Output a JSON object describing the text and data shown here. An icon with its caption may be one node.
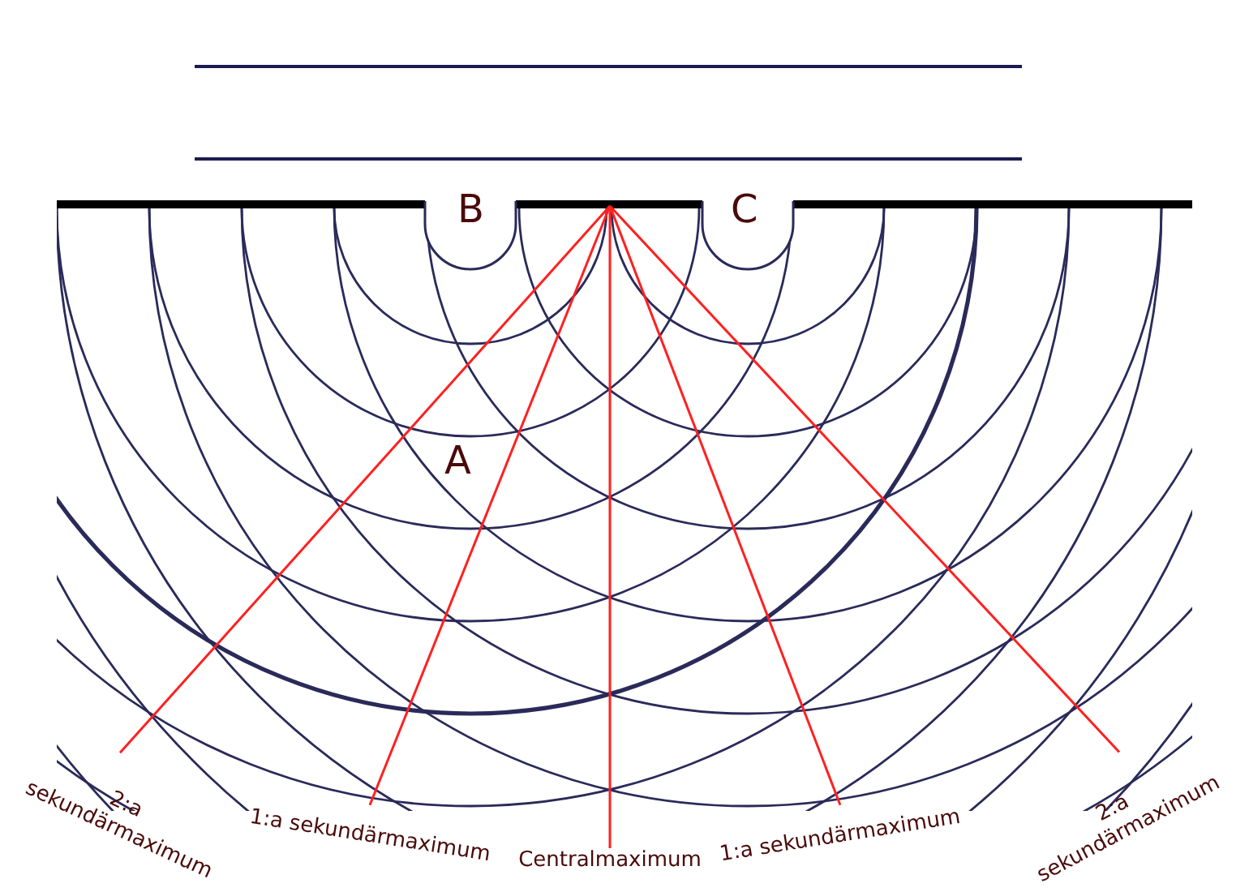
{
  "diagram": {
    "nodes": [
      {
        "text": [
          "2:a sekundärmaximum"
        ]
      },
      {
        "text": [
          "1:a sekundärmaximum"
        ]
      },
      {
        "text": [
          "Centralmaximum"
        ]
      },
      {
        "text": [
          "1:a sekundärmaximum"
        ]
      },
      {
        "text": [
          "2:a sekundärmaximum"
        ]
      }
    ],
    "edges": [
      {
        "from": null,
        "to": 0,
        "arrow": "none"
      },
      {
        "from": null,
        "to": 1,
        "arrow": "none"
      },
      {
        "from": null,
        "to": 2,
        "arrow": "none"
      },
      {
        "from": null,
        "to": 3,
        "arrow": "none"
      },
      {
        "from": null,
        "to": 4,
        "arrow": "none"
      }
    ],
    "labels": [
      "B",
      "C",
      "A"
    ]
  }
}
